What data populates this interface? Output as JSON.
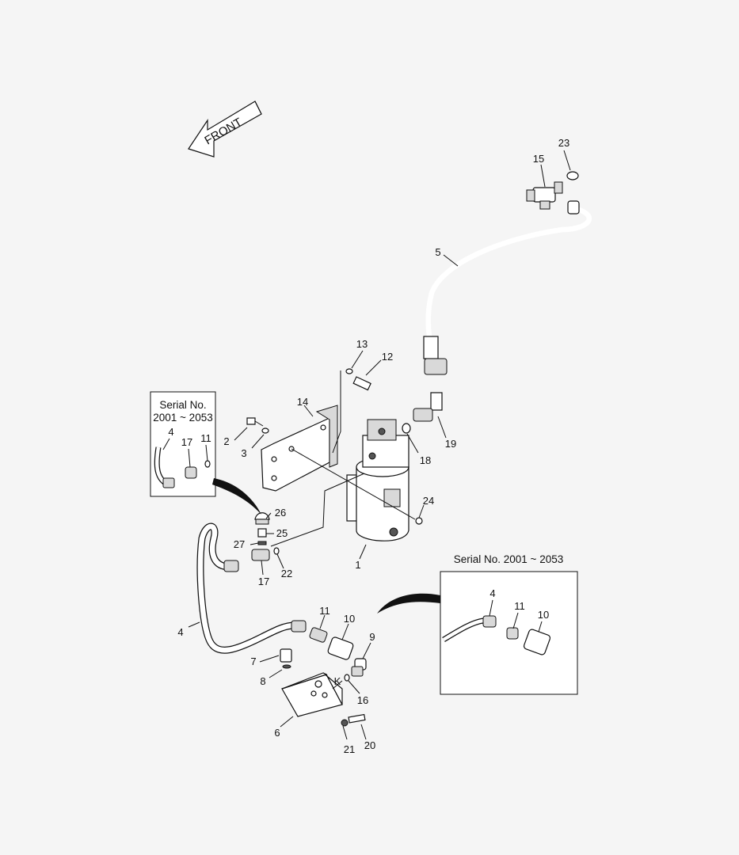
{
  "orientation_arrow": {
    "label": "FRONT",
    "icon": "front-arrow-icon"
  },
  "insets": [
    {
      "id": "left",
      "title_line1": "Serial No.",
      "title_line2": "2001 ~ 2053",
      "callouts": [
        "4",
        "17",
        "11"
      ]
    },
    {
      "id": "right",
      "title": "Serial No. 2001 ~ 2053",
      "callouts": [
        "4",
        "11",
        "10"
      ]
    }
  ],
  "callouts": {
    "c1": "1",
    "c2": "2",
    "c3": "3",
    "c4": "4",
    "c5": "5",
    "c6": "6",
    "c7": "7",
    "c8": "8",
    "c9": "9",
    "c10": "10",
    "c11": "11",
    "c12": "12",
    "c13": "13",
    "c14": "14",
    "c15": "15",
    "c16": "16",
    "c17": "17",
    "c18": "18",
    "c19": "19",
    "c20": "20",
    "c21": "21",
    "c22": "22",
    "c23": "23",
    "c24": "24",
    "c25": "25",
    "c26": "26",
    "c27": "27",
    "k": "K"
  },
  "colors": {
    "background": "#f5f5f5",
    "line": "#111111",
    "shade": "#d9d9d9"
  }
}
